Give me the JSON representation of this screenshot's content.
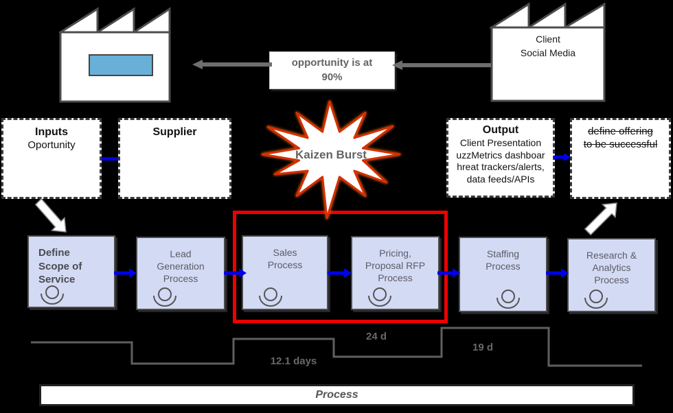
{
  "factories": {
    "right_label": {
      "line1": "Client",
      "line2": "Social Media"
    }
  },
  "note": {
    "line1": "opportunity is at",
    "line2": "90%"
  },
  "supply_boxes": {
    "inputs": {
      "title": "Inputs",
      "subtitle": "Oportunity"
    },
    "supplier": {
      "title": "Supplier"
    },
    "output": {
      "title": "Output",
      "line1": "Client Presentation",
      "line2": "uzzMetrics dashboar",
      "line3": "hreat trackers/alerts,",
      "line4": "data feeds/APIs"
    },
    "offering": {
      "line1": "define offering",
      "line2": "to be successful"
    }
  },
  "kaizen": {
    "label": "Kaizen Burst"
  },
  "processes": [
    {
      "lines": [
        "Define",
        "Scope of",
        "Service"
      ]
    },
    {
      "lines": [
        "Lead",
        "Generation",
        "Process"
      ]
    },
    {
      "lines": [
        "Sales",
        "Process"
      ]
    },
    {
      "lines": [
        "Pricing,",
        "Proposal RFP",
        "Process"
      ]
    },
    {
      "lines": [
        "Staffing",
        "Process"
      ]
    },
    {
      "lines": [
        "Research &",
        "Analytics",
        "Process"
      ]
    }
  ],
  "timeline": {
    "label1": "12.1 days",
    "label2": "24 d",
    "label3": "19 d"
  },
  "footer": {
    "label": "Process"
  },
  "colors": {
    "process_fill": "#d3daf4",
    "arrow_blue": "#0000ee",
    "highlight_red": "#ee0000",
    "burst_stroke": "#d63000",
    "window_blue": "#68b0d8"
  }
}
